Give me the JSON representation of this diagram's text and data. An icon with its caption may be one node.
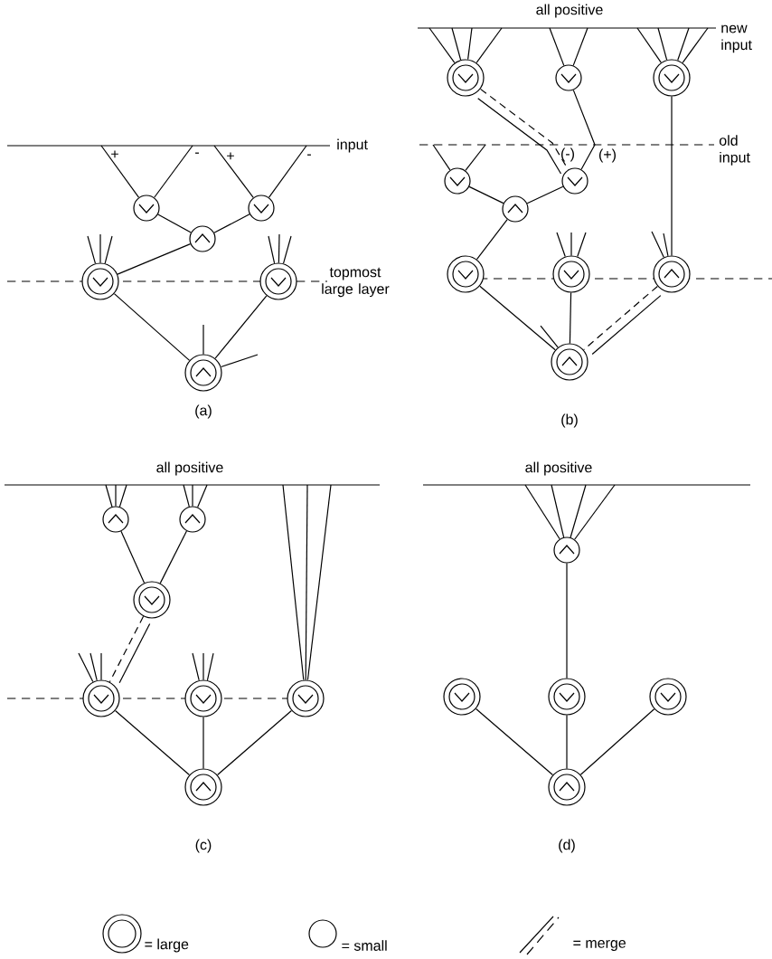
{
  "diagram": {
    "nodes": [
      {
        "text": [],
        "shape": "circle"
      },
      {
        "text": [],
        "shape": "circle"
      },
      {
        "text": [],
        "shape": "circle"
      },
      {
        "text": [],
        "shape": "circle"
      },
      {
        "text": [],
        "shape": "circle"
      },
      {
        "text": [],
        "shape": "circle"
      },
      {
        "text": [],
        "shape": "circle"
      },
      {
        "text": [],
        "shape": "circle"
      },
      {
        "text": [],
        "shape": "circle"
      },
      {
        "text": [],
        "shape": "circle"
      },
      {
        "text": [],
        "shape": "circle"
      },
      {
        "text": [],
        "shape": "circle"
      },
      {
        "text": [],
        "shape": "circle"
      },
      {
        "text": [],
        "shape": "circle"
      },
      {
        "text": [],
        "shape": "circle"
      },
      {
        "text": [],
        "shape": "circle"
      },
      {
        "text": [],
        "shape": "circle"
      },
      {
        "text": [],
        "shape": "circle"
      },
      {
        "text": [],
        "shape": "circle"
      },
      {
        "text": [],
        "shape": "circle"
      },
      {
        "text": [],
        "shape": "circle"
      },
      {
        "text": [],
        "shape": "circle"
      },
      {
        "text": [],
        "shape": "circle"
      },
      {
        "text": [],
        "shape": "circle"
      },
      {
        "text": [],
        "shape": "circle"
      },
      {
        "text": [],
        "shape": "circle"
      },
      {
        "text": [],
        "shape": "circle"
      },
      {
        "text": [],
        "shape": "circle"
      }
    ],
    "edges": [
      {
        "from": null,
        "to": 0,
        "arrow": "none",
        "label": "+"
      },
      {
        "from": null,
        "to": 0,
        "arrow": "none",
        "label": "-"
      },
      {
        "from": null,
        "to": 1,
        "arrow": "none",
        "label": "+"
      },
      {
        "from": null,
        "to": 1,
        "arrow": "none",
        "label": "-"
      },
      {
        "from": 0,
        "to": 2,
        "arrow": "none"
      },
      {
        "from": 1,
        "to": 2,
        "arrow": "none"
      },
      {
        "from": 2,
        "to": 3,
        "arrow": "none"
      },
      {
        "from": null,
        "to": 3,
        "arrow": "none"
      },
      {
        "from": null,
        "to": 3,
        "arrow": "none"
      },
      {
        "from": null,
        "to": 3,
        "arrow": "none"
      },
      {
        "from": null,
        "to": 4,
        "arrow": "none"
      },
      {
        "from": null,
        "to": 4,
        "arrow": "none"
      },
      {
        "from": null,
        "to": 4,
        "arrow": "none"
      },
      {
        "from": 3,
        "to": 5,
        "arrow": "none"
      },
      {
        "from": 4,
        "to": 5,
        "arrow": "none"
      },
      {
        "from": null,
        "to": 5,
        "arrow": "none"
      },
      {
        "from": null,
        "to": 5,
        "arrow": "none"
      },
      {
        "from": null,
        "to": 6,
        "arrow": "none"
      },
      {
        "from": null,
        "to": 6,
        "arrow": "none"
      },
      {
        "from": null,
        "to": 6,
        "arrow": "none"
      },
      {
        "from": null,
        "to": 6,
        "arrow": "none"
      },
      {
        "from": null,
        "to": 7,
        "arrow": "none"
      },
      {
        "from": null,
        "to": 7,
        "arrow": "none"
      },
      {
        "from": null,
        "to": 8,
        "arrow": "none"
      },
      {
        "from": null,
        "to": 8,
        "arrow": "none"
      },
      {
        "from": null,
        "to": 8,
        "arrow": "none"
      },
      {
        "from": null,
        "to": 8,
        "arrow": "none"
      },
      {
        "from": 6,
        "to": 10,
        "arrow": "none",
        "label": "(-)",
        "style": "dashed"
      },
      {
        "from": 7,
        "to": 10,
        "arrow": "none",
        "label": "(+)"
      },
      {
        "from": null,
        "to": 9,
        "arrow": "none"
      },
      {
        "from": null,
        "to": 9,
        "arrow": "none"
      },
      {
        "from": 9,
        "to": 11,
        "arrow": "none"
      },
      {
        "from": 10,
        "to": 11,
        "arrow": "none"
      },
      {
        "from": 11,
        "to": 12,
        "arrow": "none"
      },
      {
        "from": 8,
        "to": 14,
        "arrow": "none"
      },
      {
        "from": null,
        "to": 13,
        "arrow": "none"
      },
      {
        "from": null,
        "to": 13,
        "arrow": "none"
      },
      {
        "from": null,
        "to": 13,
        "arrow": "none"
      },
      {
        "from": null,
        "to": 14,
        "arrow": "none"
      },
      {
        "from": null,
        "to": 14,
        "arrow": "none"
      },
      {
        "from": 12,
        "to": 15,
        "arrow": "none"
      },
      {
        "from": 13,
        "to": 15,
        "arrow": "none"
      },
      {
        "from": 14,
        "to": 15,
        "arrow": "none",
        "style": "dashed"
      },
      {
        "from": null,
        "to": 15,
        "arrow": "none"
      },
      {
        "from": null,
        "to": 16,
        "arrow": "none"
      },
      {
        "from": null,
        "to": 16,
        "arrow": "none"
      },
      {
        "from": null,
        "to": 16,
        "arrow": "none"
      },
      {
        "from": null,
        "to": 17,
        "arrow": "none"
      },
      {
        "from": null,
        "to": 17,
        "arrow": "none"
      },
      {
        "from": null,
        "to": 17,
        "arrow": "none"
      },
      {
        "from": null,
        "to": 21,
        "arrow": "none"
      },
      {
        "from": null,
        "to": 21,
        "arrow": "none"
      },
      {
        "from": null,
        "to": 21,
        "arrow": "none"
      },
      {
        "from": 16,
        "to": 18,
        "arrow": "none"
      },
      {
        "from": 17,
        "to": 18,
        "arrow": "none"
      },
      {
        "from": 18,
        "to": 19,
        "arrow": "none",
        "style": "dashed"
      },
      {
        "from": null,
        "to": 19,
        "arrow": "none"
      },
      {
        "from": null,
        "to": 19,
        "arrow": "none"
      },
      {
        "from": null,
        "to": 19,
        "arrow": "none"
      },
      {
        "from": null,
        "to": 20,
        "arrow": "none"
      },
      {
        "from": null,
        "to": 20,
        "arrow": "none"
      },
      {
        "from": null,
        "to": 20,
        "arrow": "none"
      },
      {
        "from": 19,
        "to": 22,
        "arrow": "none"
      },
      {
        "from": 20,
        "to": 22,
        "arrow": "none"
      },
      {
        "from": 21,
        "to": 22,
        "arrow": "none"
      },
      {
        "from": null,
        "to": 23,
        "arrow": "none"
      },
      {
        "from": null,
        "to": 23,
        "arrow": "none"
      },
      {
        "from": null,
        "to": 23,
        "arrow": "none"
      },
      {
        "from": null,
        "to": 23,
        "arrow": "none"
      },
      {
        "from": 23,
        "to": 25,
        "arrow": "none"
      },
      {
        "from": 24,
        "to": 27,
        "arrow": "none"
      },
      {
        "from": 25,
        "to": 27,
        "arrow": "none"
      },
      {
        "from": 26,
        "to": 27,
        "arrow": "none"
      }
    ],
    "labels": [
      "all positive",
      "new input",
      "old input",
      "input",
      "topmost large layer",
      "(a)",
      "(b)",
      "all positive",
      "all positive",
      "(c)",
      "(d)"
    ],
    "legend": [
      {
        "text": "= large"
      },
      {
        "text": "= small"
      },
      {
        "text": "= merge"
      }
    ]
  }
}
